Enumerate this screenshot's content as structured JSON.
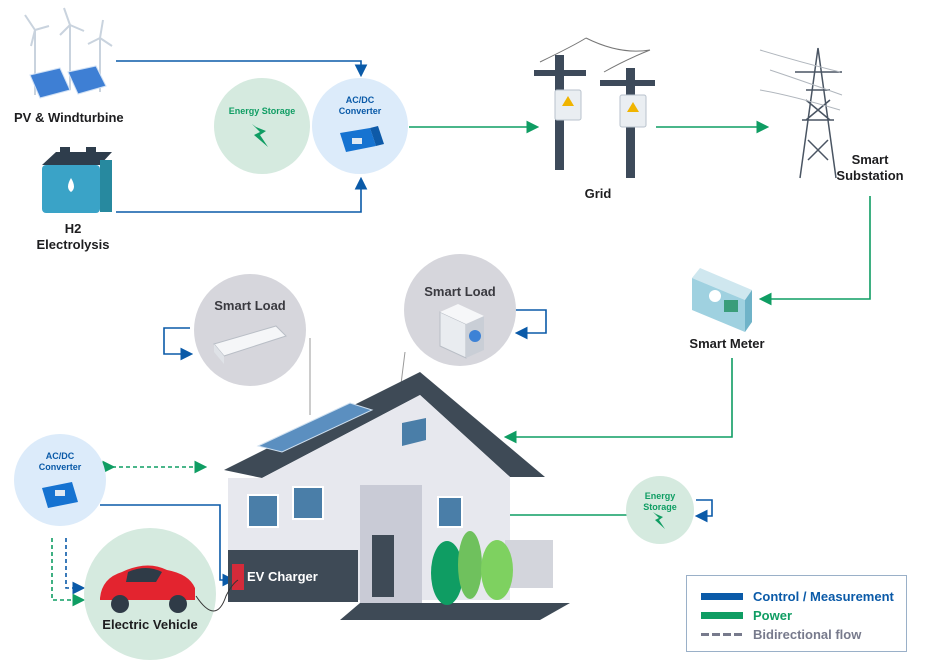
{
  "nodes": {
    "pv": "PV & Windturbine",
    "h2_line1": "H2",
    "h2_line2": "Electrolysis",
    "energy_storage_top": "Energy Storage",
    "acdc_top_line1": "AC/DC",
    "acdc_top_line2": "Converter",
    "grid": "Grid",
    "substation_line1": "Smart",
    "substation_line2": "Substation",
    "smart_meter": "Smart Meter",
    "smart_load_1": "Smart Load",
    "smart_load_2": "Smart Load",
    "acdc_bottom_line1": "AC/DC",
    "acdc_bottom_line2": "Converter",
    "electric_vehicle": "Electric Vehicle",
    "ev_charger": "EV Charger",
    "energy_storage_bottom_line1": "Energy",
    "energy_storage_bottom_line2": "Storage"
  },
  "legend": {
    "control": "Control / Measurement",
    "power": "Power",
    "bidirectional": "Bidirectional flow"
  },
  "colors": {
    "control": "#0a5aa8",
    "power": "#0f9d63",
    "bidirectional": "#777a8c"
  }
}
